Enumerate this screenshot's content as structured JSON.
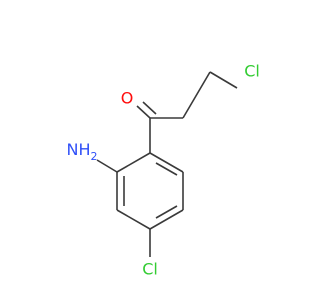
{
  "molecule": {
    "atoms": {
      "chlorine_top": "Cl",
      "oxygen": "O",
      "amine": "NH",
      "amine_subscript": "2",
      "chlorine_ring": "Cl"
    },
    "colors": {
      "bond": "#3a3a3a",
      "chlorine": "#33cc33",
      "oxygen": "#ff0d0d",
      "nitrogen": "#3050f8"
    }
  }
}
